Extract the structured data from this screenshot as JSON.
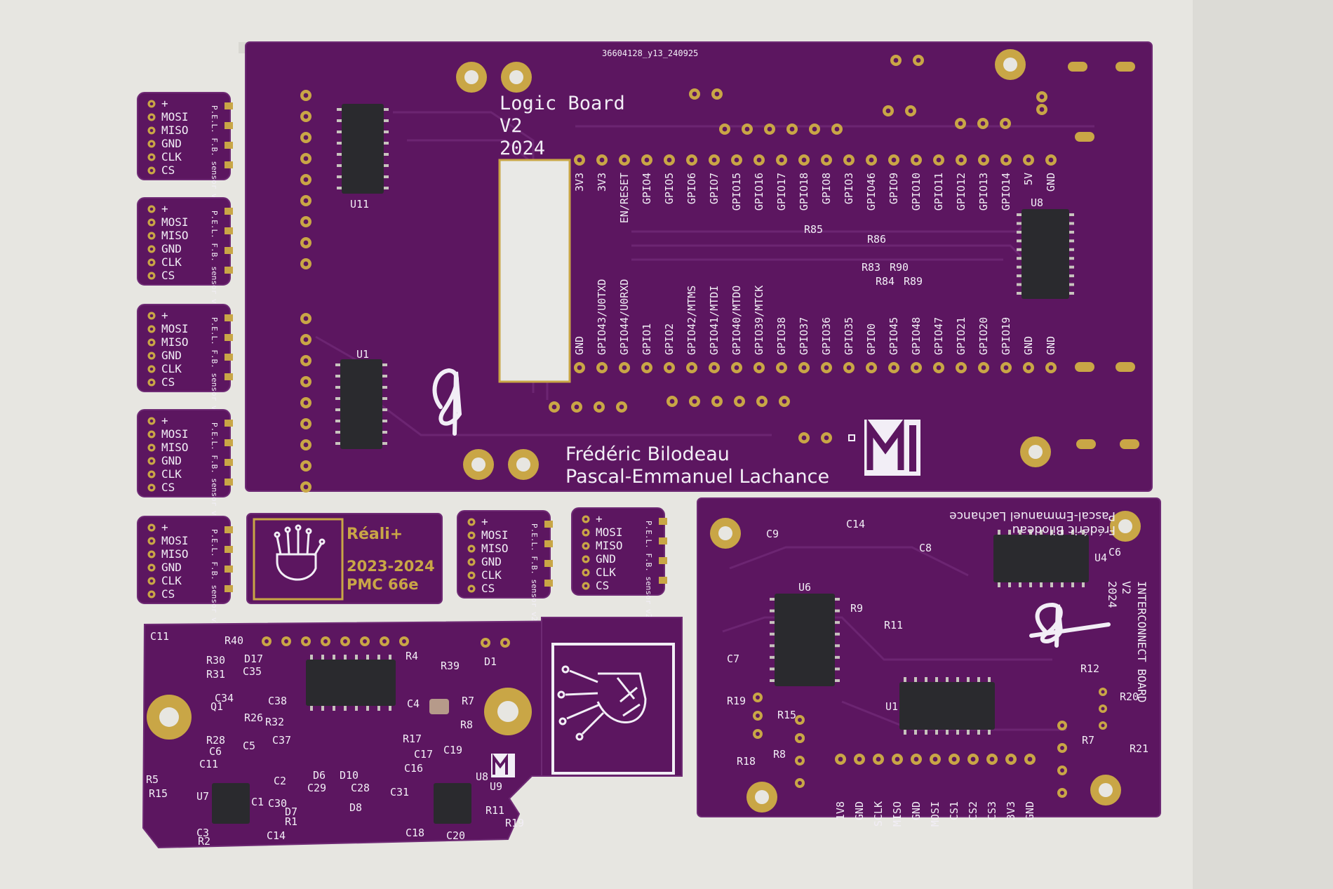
{
  "logic_board": {
    "code": "36604128_y13_240925",
    "title": "Logic Board",
    "version": "V2",
    "year": "2024",
    "authors": [
      "Frédéric Bilodeau",
      "Pascal-Emmanuel Lachance"
    ],
    "chips": [
      "U11",
      "U1",
      "U8"
    ],
    "ref_labels": [
      "R85",
      "R83",
      "R84",
      "R90",
      "R89",
      "R86"
    ],
    "top_pins": [
      "3V3",
      "3V3",
      "EN/RESET",
      "GPIO4",
      "GPIO5",
      "GPIO6",
      "GPIO7",
      "GPIO15",
      "GPIO16",
      "GPIO17",
      "GPIO18",
      "GPIO8",
      "GPIO3",
      "GPIO46",
      "GPIO9",
      "GPIO10",
      "GPIO11",
      "GPIO12",
      "GPIO13",
      "GPIO14",
      "5V",
      "GND"
    ],
    "bottom_pins": [
      "GND",
      "GPIO43/U0TXD",
      "GPIO44/U0RXD",
      "GPIO1",
      "GPIO2",
      "GPIO42/MTMS",
      "GPIO41/MTDI",
      "GPIO40/MTDO",
      "GPIO39/MTCK",
      "GPIO38",
      "GPIO37",
      "GPIO36",
      "GPIO35",
      "GPIO0",
      "GPIO45",
      "GPIO48",
      "GPIO47",
      "GPIO21",
      "GPIO20",
      "GPIO19",
      "GND",
      "GND"
    ]
  },
  "sensor_board": {
    "pins": [
      "+",
      "MOSI",
      "MISO",
      "GND",
      "CLK",
      "CS"
    ],
    "side_label": "P.E.L. F.B. sensor v2"
  },
  "badge": {
    "brand": "Réali+",
    "years": "2023-2024",
    "course": "PMC 66e"
  },
  "interconnect_board": {
    "side_title": "INTERCONNECT BOARD",
    "version": "V2",
    "year": "2024",
    "authors_mirrored": [
      "Pascal-Emmanuel Lachance",
      "Frédéric Bilodeau"
    ],
    "chips": [
      "U6",
      "U4",
      "U1"
    ],
    "components": [
      "C14",
      "C9",
      "C8",
      "C6",
      "R9",
      "R11",
      "C7",
      "R19",
      "R15",
      "R18",
      "R8",
      "R12",
      "R20",
      "R7",
      "R21"
    ],
    "pins": [
      "1V8",
      "GND",
      "SCLK",
      "MISO",
      "GND",
      "MOSI",
      "CS1",
      "CS2",
      "CS3",
      "3V3",
      "GND"
    ]
  },
  "power_board": {
    "components": [
      "C11",
      "R40",
      "R30",
      "R31",
      "D17",
      "C35",
      "R4",
      "R39",
      "D1",
      "Q1",
      "C34",
      "C38",
      "R26",
      "R32",
      "C37",
      "R28",
      "C5",
      "C6",
      "C11",
      "C2",
      "R17",
      "C17",
      "C16",
      "C19",
      "C4",
      "R7",
      "R8",
      "U8",
      "R15",
      "R5",
      "U7",
      "C1",
      "D6",
      "D10",
      "C29",
      "C28",
      "C31",
      "C30",
      "D7",
      "R1",
      "D8",
      "C3",
      "R2",
      "C14",
      "C18",
      "C20",
      "R11",
      "R19",
      "U9"
    ]
  },
  "colors": {
    "pcb": "#5c1660",
    "silkscreen": "#f2eef6",
    "gold": "#c9a646",
    "background": "#e7e6e1"
  }
}
